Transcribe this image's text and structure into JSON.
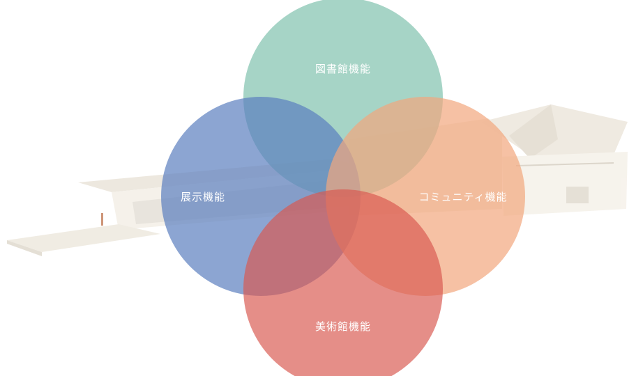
{
  "diagram": {
    "type": "four-circle-venn",
    "circles": [
      {
        "id": "library",
        "label": "図書館機能",
        "color": "#84c4b0"
      },
      {
        "id": "exhibition",
        "label": "展示機能",
        "color": "#5b7fbf"
      },
      {
        "id": "community",
        "label": "コミュニティ機能",
        "color": "#f2a67e"
      },
      {
        "id": "museum",
        "label": "美術館機能",
        "color": "#d9584f"
      }
    ],
    "background": {
      "type": "architectural-model-photo",
      "wall_color": "#f3efe7",
      "shadow_color": "#e3ddd2"
    }
  }
}
